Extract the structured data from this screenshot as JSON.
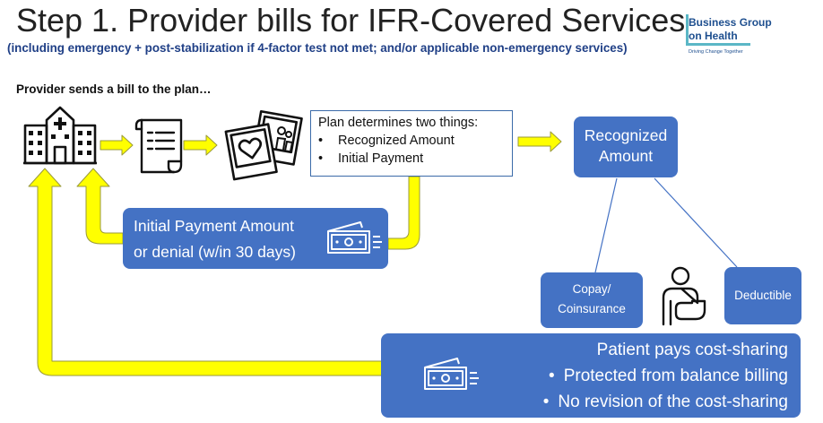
{
  "header": {
    "title": "Step 1. Provider bills for IFR-Covered Services",
    "subtitle": "(including emergency + post-stabilization if 4-factor test not met; and/or applicable non-emergency services)"
  },
  "logo": {
    "line1": "Business Group",
    "line2": "on Health",
    "tagline": "Driving Change Together",
    "accent_color": "#5bb7c6",
    "text_color": "#1e4f8f"
  },
  "diagram": {
    "step_heading": "Provider sends a bill to the plan…",
    "plan_box": {
      "heading": "Plan determines two things:",
      "items": [
        "Recognized Amount",
        "Initial Payment"
      ]
    },
    "recognized_box": {
      "line1": "Recognized",
      "line2": "Amount"
    },
    "initial_payment_box": {
      "line1": "Initial Payment Amount",
      "line2": "or denial (w/in 30 days)"
    },
    "copay_box": {
      "line1": "Copay/",
      "line2": "Coinsurance"
    },
    "deductible_box": {
      "label": "Deductible"
    },
    "patient_box": {
      "heading": "Patient pays cost-sharing",
      "items": [
        "Protected from balance billing",
        "No revision of the cost-sharing"
      ]
    },
    "bullet": "•",
    "colors": {
      "box_blue": "#4472c4",
      "arrow_yellow": "#ffff00",
      "arrow_outline": "#9a9a3a",
      "title_blue": "#1f3f86"
    },
    "icons": [
      "hospital-icon",
      "bill-document-icon",
      "photos-icon",
      "money-icon",
      "patient-injured-icon"
    ]
  }
}
